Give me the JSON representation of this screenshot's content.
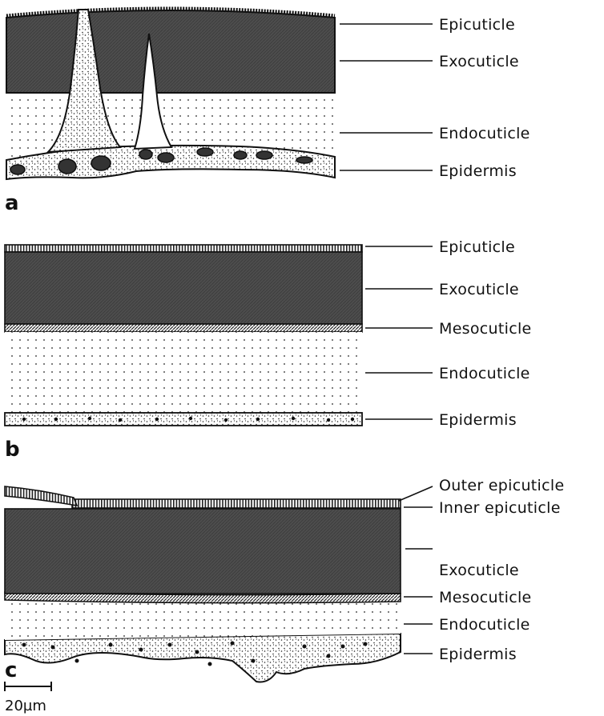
{
  "figure": {
    "panels": [
      {
        "letter": "a",
        "labels": [
          "Epicuticle",
          "Exocuticle",
          "Endocuticle",
          "Epidermis"
        ]
      },
      {
        "letter": "b",
        "labels": [
          "Epicuticle",
          "Exocuticle",
          "Mesocuticle",
          "Endocuticle",
          "Epidermis"
        ]
      },
      {
        "letter": "c",
        "labels": [
          "Outer epicuticle",
          "Inner epicuticle",
          "Exocuticle",
          "Mesocuticle",
          "Endocuticle",
          "Epidermis"
        ]
      }
    ],
    "scale_bar": {
      "label": "20µm"
    }
  },
  "colors": {
    "ink": "#111111",
    "exocuticle_fill": "#4a4a4a",
    "background": "#ffffff"
  }
}
